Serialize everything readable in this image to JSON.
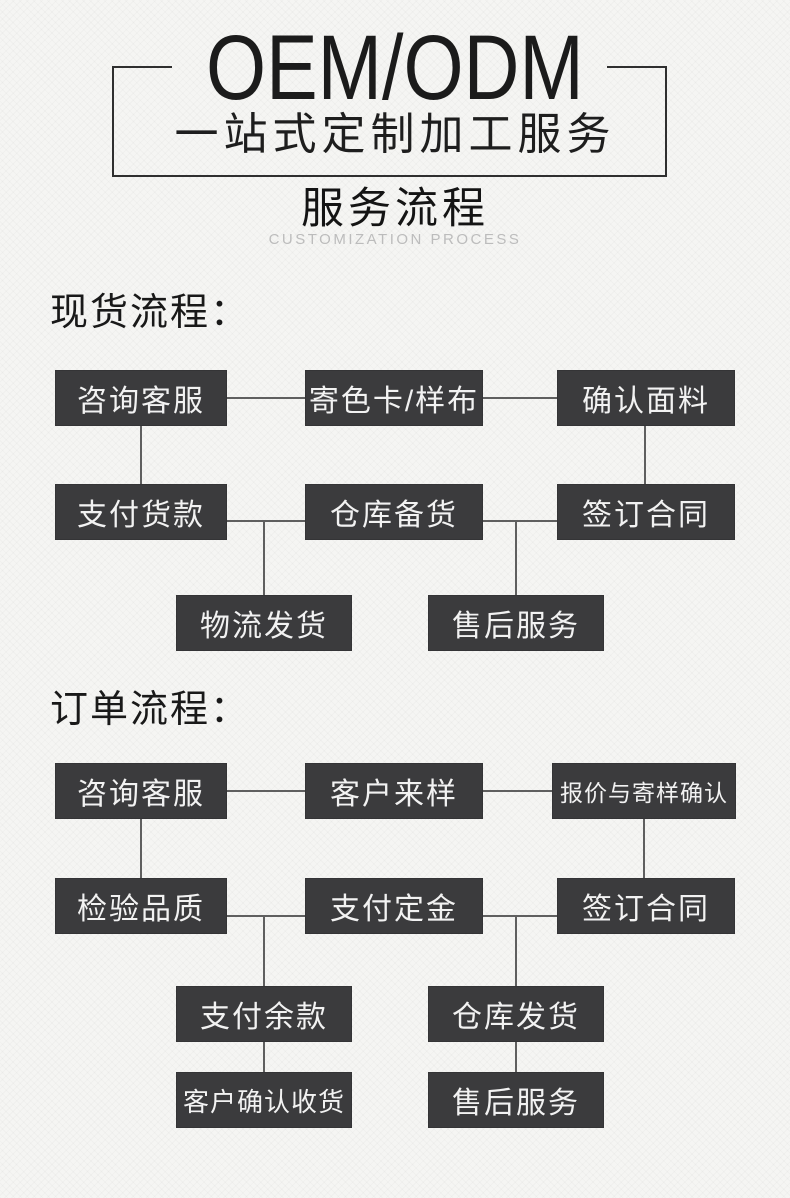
{
  "colors": {
    "background": "#f5f5f3",
    "box_fill": "#3b3b3d",
    "box_text": "#f2f2f2",
    "connector": "#5f5f5f",
    "frame": "#2f2f2f",
    "title_text": "#1b1b1b",
    "muted_text": "#bcbcbc"
  },
  "header": {
    "title": "OEM/ODM",
    "subtitle": "一站式定制加工服务"
  },
  "process_header": {
    "zh": "服务流程",
    "en": "CUSTOMIZATION PROCESS"
  },
  "flows": [
    {
      "heading": "现货流程：",
      "boxes": [
        "咨询客服",
        "寄色卡/样布",
        "确认面料",
        "支付货款",
        "仓库备货",
        "签订合同",
        "物流发货",
        "售后服务"
      ]
    },
    {
      "heading": "订单流程：",
      "boxes": [
        "咨询客服",
        "客户来样",
        "报价与寄样确认",
        "检验品质",
        "支付定金",
        "签订合同",
        "支付余款",
        "仓库发货",
        "客户确认收货",
        "售后服务"
      ]
    }
  ]
}
